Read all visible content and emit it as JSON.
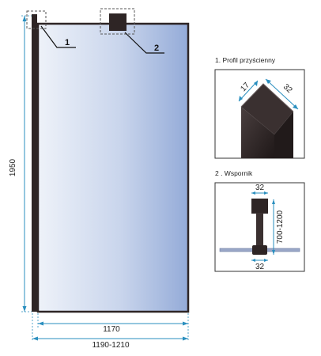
{
  "colors": {
    "frame": "#2e2525",
    "dimension": "#2a8fbf",
    "glass_left": "#e9eef7",
    "glass_right": "#9fb4dc",
    "shelf": "#9aa7c8"
  },
  "main": {
    "height_label": "1950",
    "inner_width_label": "1170",
    "outer_width_label": "1190-1210",
    "callout_1": "1",
    "callout_2": "2"
  },
  "detail_1": {
    "title": "1.  Profil przyścienny",
    "dim_a": "17",
    "dim_b": "32"
  },
  "detail_2": {
    "title": "2 . Wspornik",
    "dim_top": "32",
    "dim_bottom": "32",
    "dim_height": "700-1200"
  }
}
